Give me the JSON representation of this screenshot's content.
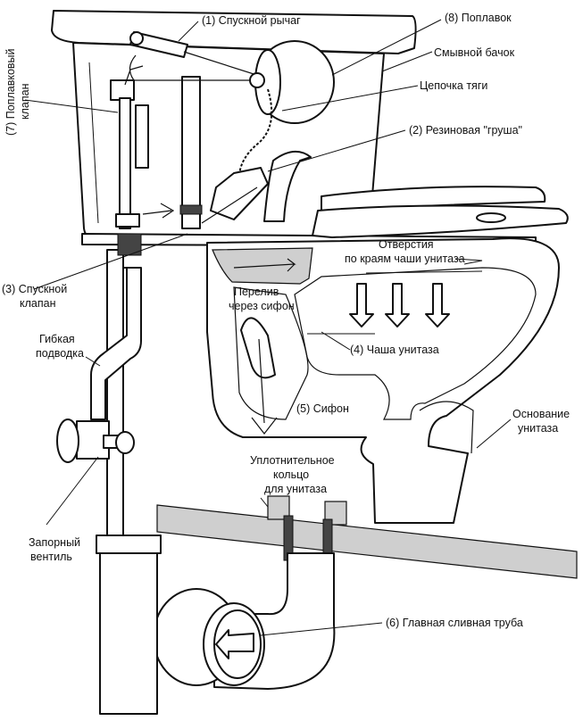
{
  "labels": {
    "lever": "(1) Спускной рычаг",
    "float": "(8) Поплавок",
    "tank": "Смывной бачок",
    "chain": "Цепочка тяги",
    "flapper": "(2) Резиновая \"груша\"",
    "float_valve_1": "(7) Поплавковый",
    "float_valve_2": "клапан",
    "rim_holes_1": "Отверстия",
    "rim_holes_2": "по краям чаши унитаза",
    "overflow_1": "Перелив",
    "overflow_2": "через сифон",
    "flush_valve_1": "(3) Спускной",
    "flush_valve_2": "клапан",
    "bowl": "(4) Чаша унитаза",
    "hose_1": "Гибкая",
    "hose_2": "подводка",
    "siphon": "(5) Сифон",
    "base_1": "Основание",
    "base_2": "унитаза",
    "seal_1": "Уплотнительное",
    "seal_2": "кольцо",
    "seal_3": "для унитаза",
    "shutoff_1": "Запорный",
    "shutoff_2": "вентиль",
    "drain": "(6) Главная сливная труба"
  }
}
